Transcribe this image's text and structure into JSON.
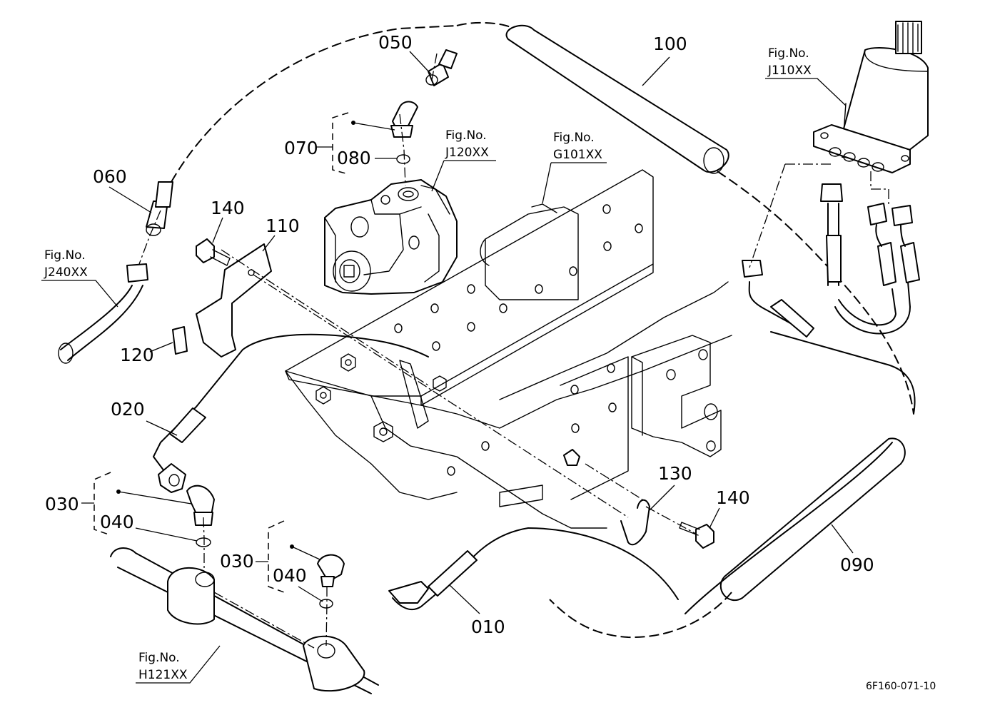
{
  "callouts": {
    "c010": "010",
    "c020": "020",
    "c030a": "030",
    "c030b": "030",
    "c040a": "040",
    "c040b": "040",
    "c050": "050",
    "c060": "060",
    "c070": "070",
    "c080": "080",
    "c090": "090",
    "c100": "100",
    "c110": "110",
    "c120": "120",
    "c130": "130",
    "c140a": "140",
    "c140b": "140"
  },
  "figrefs": {
    "fig_label": "Fig.No.",
    "j110": "J110XX",
    "j120": "J120XX",
    "g101": "G101XX",
    "j240": "J240XX",
    "h121": "H121XX"
  },
  "drawing_number": "6F160-071-10"
}
